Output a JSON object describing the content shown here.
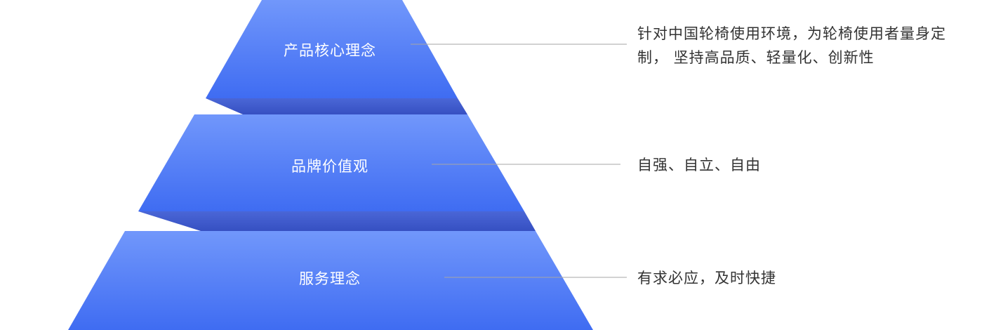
{
  "colors": {
    "tier_top": "#7197fb",
    "tier_bottom": "#3f6cf2",
    "tier_edge": "#3a54c8",
    "connector": "#a6a6a6",
    "label_text": "#ffffff",
    "desc_text": "#333333"
  },
  "tiers": [
    {
      "label": "产品核心理念",
      "description_lines": [
        "针对中国轮椅使用环境，为轮椅使用者量身定",
        "制， 坚持高品质、轻量化、创新性"
      ]
    },
    {
      "label": "品牌价值观",
      "description_lines": [
        "自强、自立、自由"
      ]
    },
    {
      "label": "服务理念",
      "description_lines": [
        "有求必应，及时快捷"
      ]
    }
  ]
}
